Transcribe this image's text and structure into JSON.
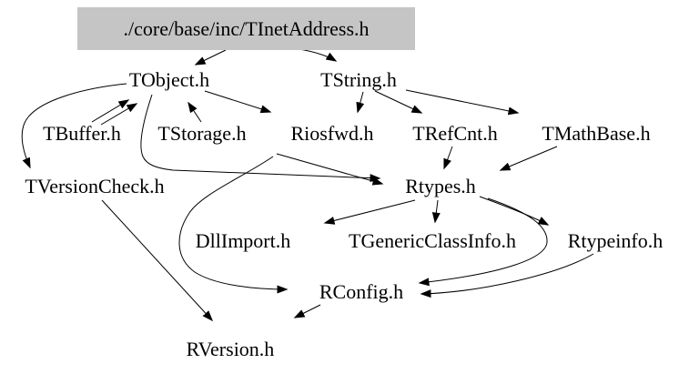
{
  "diagram": {
    "kind": "include-dependency-graph",
    "background_color": "#ffffff",
    "edge_color": "#000000",
    "text_color": "#000000",
    "root_node_bg": "#c5c5c5"
  },
  "nodes": [
    {
      "id": "tinetaddress",
      "label": "./core/base/inc/TInetAddress.h"
    },
    {
      "id": "tobject",
      "label": "TObject.h"
    },
    {
      "id": "tstring",
      "label": "TString.h"
    },
    {
      "id": "tbuffer",
      "label": "TBuffer.h"
    },
    {
      "id": "tstorage",
      "label": "TStorage.h"
    },
    {
      "id": "riosfwd",
      "label": "Riosfwd.h"
    },
    {
      "id": "trefcnt",
      "label": "TRefCnt.h"
    },
    {
      "id": "tmathbase",
      "label": "TMathBase.h"
    },
    {
      "id": "tversioncheck",
      "label": "TVersionCheck.h"
    },
    {
      "id": "rtypes",
      "label": "Rtypes.h"
    },
    {
      "id": "dllimport",
      "label": "DllImport.h"
    },
    {
      "id": "tgenericclassinfo",
      "label": "TGenericClassInfo.h"
    },
    {
      "id": "rtypeinfo",
      "label": "Rtypeinfo.h"
    },
    {
      "id": "rconfig",
      "label": "RConfig.h"
    },
    {
      "id": "rversion",
      "label": "RVersion.h"
    }
  ],
  "edges": [
    {
      "from": "./core/base/inc/TInetAddress.h",
      "to": "TObject.h"
    },
    {
      "from": "./core/base/inc/TInetAddress.h",
      "to": "TString.h"
    },
    {
      "from": "TBuffer.h",
      "to": "TObject.h"
    },
    {
      "from": "TObject.h",
      "to": "TBuffer.h"
    },
    {
      "from": "TStorage.h",
      "to": "TObject.h"
    },
    {
      "from": "TObject.h",
      "to": "TVersionCheck.h"
    },
    {
      "from": "TObject.h",
      "to": "Riosfwd.h"
    },
    {
      "from": "TObject.h",
      "to": "Rtypes.h"
    },
    {
      "from": "TString.h",
      "to": "Riosfwd.h"
    },
    {
      "from": "TString.h",
      "to": "TRefCnt.h"
    },
    {
      "from": "TString.h",
      "to": "TMathBase.h"
    },
    {
      "from": "Riosfwd.h",
      "to": "Rtypes.h"
    },
    {
      "from": "Riosfwd.h",
      "to": "RConfig.h"
    },
    {
      "from": "TRefCnt.h",
      "to": "Rtypes.h"
    },
    {
      "from": "TMathBase.h",
      "to": "Rtypes.h"
    },
    {
      "from": "Rtypes.h",
      "to": "DllImport.h"
    },
    {
      "from": "Rtypes.h",
      "to": "TGenericClassInfo.h"
    },
    {
      "from": "Rtypes.h",
      "to": "Rtypeinfo.h"
    },
    {
      "from": "Rtypes.h",
      "to": "RConfig.h"
    },
    {
      "from": "Rtypeinfo.h",
      "to": "RConfig.h"
    },
    {
      "from": "RConfig.h",
      "to": "RVersion.h"
    },
    {
      "from": "TVersionCheck.h",
      "to": "RVersion.h"
    }
  ]
}
